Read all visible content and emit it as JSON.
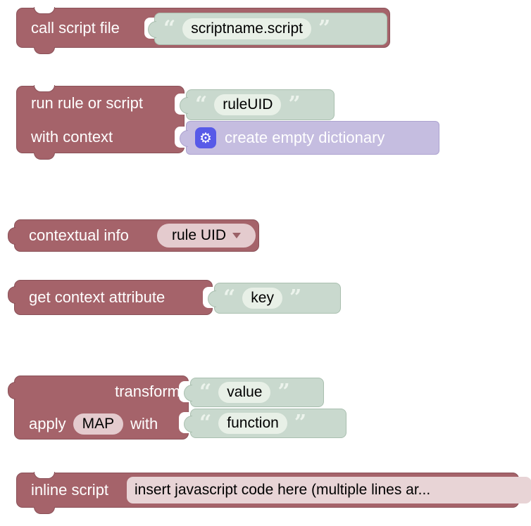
{
  "colors": {
    "block_maroon": "#a5636a",
    "block_maroon_border": "#8a5158",
    "block_green": "#c9d9ce",
    "block_green_border": "#a9bfaf",
    "block_lavender": "#c5bde0",
    "block_lavender_border": "#ada3d0",
    "field_light_green": "#e8f0e7",
    "field_pink": "#e4cbce",
    "gear_icon_blue": "#575ae8",
    "label_text": "#ffffff",
    "field_text": "#000000"
  },
  "quotes": {
    "open": "“",
    "close": "”"
  },
  "icons": {
    "gear": "⚙"
  },
  "blocks": {
    "call_script_file": {
      "label": "call script file",
      "value": "scriptname.script"
    },
    "run_rule_or_script": {
      "label_row1": "run rule or script",
      "value_row1": "ruleUID",
      "label_row2": "with context",
      "context_block": "create empty dictionary"
    },
    "contextual_info": {
      "label": "contextual info",
      "dropdown_value": "rule UID"
    },
    "get_context_attribute": {
      "label": "get context attribute",
      "value": "key"
    },
    "transform": {
      "label_row1": "transform",
      "value_row1": "value",
      "label_apply": "apply",
      "transformation": "MAP",
      "label_with": "with",
      "value_row2": "function"
    },
    "inline_script": {
      "label": "inline script",
      "code_text": "insert javascript code here (multiple lines ar..."
    }
  }
}
